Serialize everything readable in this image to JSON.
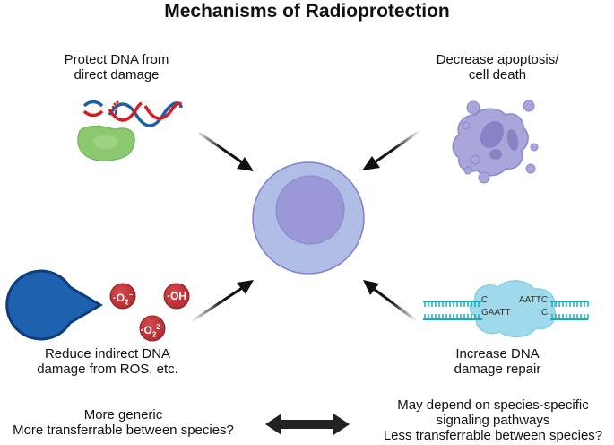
{
  "title": "Mechanisms of Radioprotection",
  "mechanisms": {
    "top_left": {
      "line1": "Protect DNA from",
      "line2": "direct damage",
      "icon": "dna-repair-enzyme-icon"
    },
    "top_right": {
      "line1": "Decrease apoptosis/",
      "line2": "cell death",
      "icon": "apoptotic-cell-icon"
    },
    "bottom_left": {
      "line1": "Reduce indirect DNA",
      "line2": "damage from ROS, etc.",
      "icon": "ros-scavenger-icon",
      "ros": [
        {
          "base": "O",
          "sub": "2",
          "sup": "−"
        },
        {
          "base": "OH",
          "sub": "",
          "sup": ""
        },
        {
          "base": "O",
          "sub": "2",
          "sup": "2−"
        }
      ]
    },
    "bottom_right": {
      "line1": "Increase DNA",
      "line2": "damage repair",
      "icon": "dna-repair-complex-icon",
      "seq_top_left": "C",
      "seq_top_right": "AATTC",
      "seq_bottom_left": "GAATT",
      "seq_bottom_right": "C"
    }
  },
  "center": {
    "icon": "cell-icon"
  },
  "spectrum": {
    "left": {
      "line1": "More generic",
      "line2": "More transferrable between species?"
    },
    "right": {
      "line1": "May depend on species-specific",
      "line2": "signaling pathways",
      "line3": "Less transferrable between species?"
    }
  },
  "colors": {
    "dna_red": "#d32027",
    "dna_blue": "#1f5f9f",
    "enzyme_green": "#8cc870",
    "apoptosis_purple": "#a9a6dc",
    "ros_red": "#c0393d",
    "pacman_blue": "#1d62ae",
    "repair_cyan": "#8fd6e8",
    "repair_teal": "#1eaab7",
    "cell_outer": "#b0bde4",
    "cell_inner": "#9a98d6"
  }
}
